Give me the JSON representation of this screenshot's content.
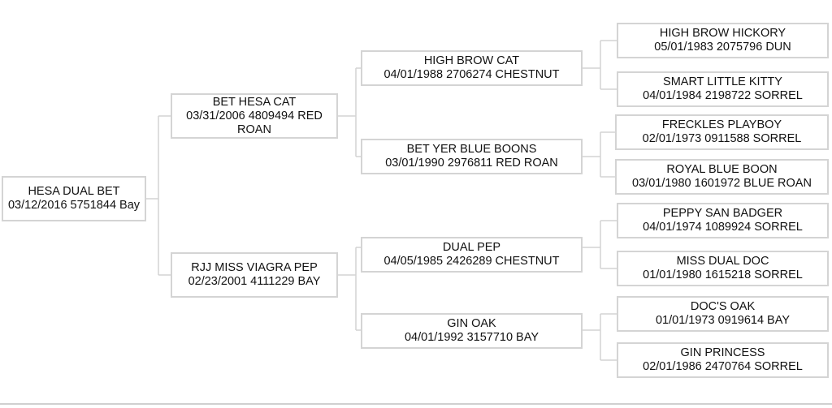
{
  "pedigree": {
    "subject": {
      "name": "HESA DUAL BET",
      "details": "03/12/2016 5751844 Bay"
    },
    "sire": {
      "name": "BET HESA CAT",
      "details": "03/31/2006 4809494 RED ROAN"
    },
    "dam": {
      "name": "RJJ MISS VIAGRA PEP",
      "details": "02/23/2001 4111229 BAY"
    },
    "sire_sire": {
      "name": "HIGH BROW CAT",
      "details": "04/01/1988 2706274 CHESTNUT"
    },
    "sire_dam": {
      "name": "BET YER BLUE BOONS",
      "details": "03/01/1990 2976811 RED ROAN"
    },
    "dam_sire": {
      "name": "DUAL PEP",
      "details": "04/05/1985 2426289 CHESTNUT"
    },
    "dam_dam": {
      "name": "GIN OAK",
      "details": "04/01/1992 3157710 BAY"
    },
    "ss_sire": {
      "name": "HIGH BROW HICKORY",
      "details": "05/01/1983 2075796 DUN"
    },
    "ss_dam": {
      "name": "SMART LITTLE KITTY",
      "details": "04/01/1984 2198722 SORREL"
    },
    "sd_sire": {
      "name": "FRECKLES PLAYBOY",
      "details": "02/01/1973 0911588 SORREL"
    },
    "sd_dam": {
      "name": "ROYAL BLUE BOON",
      "details": "03/01/1980 1601972 BLUE ROAN"
    },
    "ds_sire": {
      "name": "PEPPY SAN BADGER",
      "details": "04/01/1974 1089924 SORREL"
    },
    "ds_dam": {
      "name": "MISS DUAL DOC",
      "details": "01/01/1980 1615218 SORREL"
    },
    "dd_sire": {
      "name": "DOC'S OAK",
      "details": "01/01/1973 0919614 BAY"
    },
    "dd_dam": {
      "name": "GIN PRINCESS",
      "details": "02/01/1986 2470764 SORREL"
    }
  }
}
